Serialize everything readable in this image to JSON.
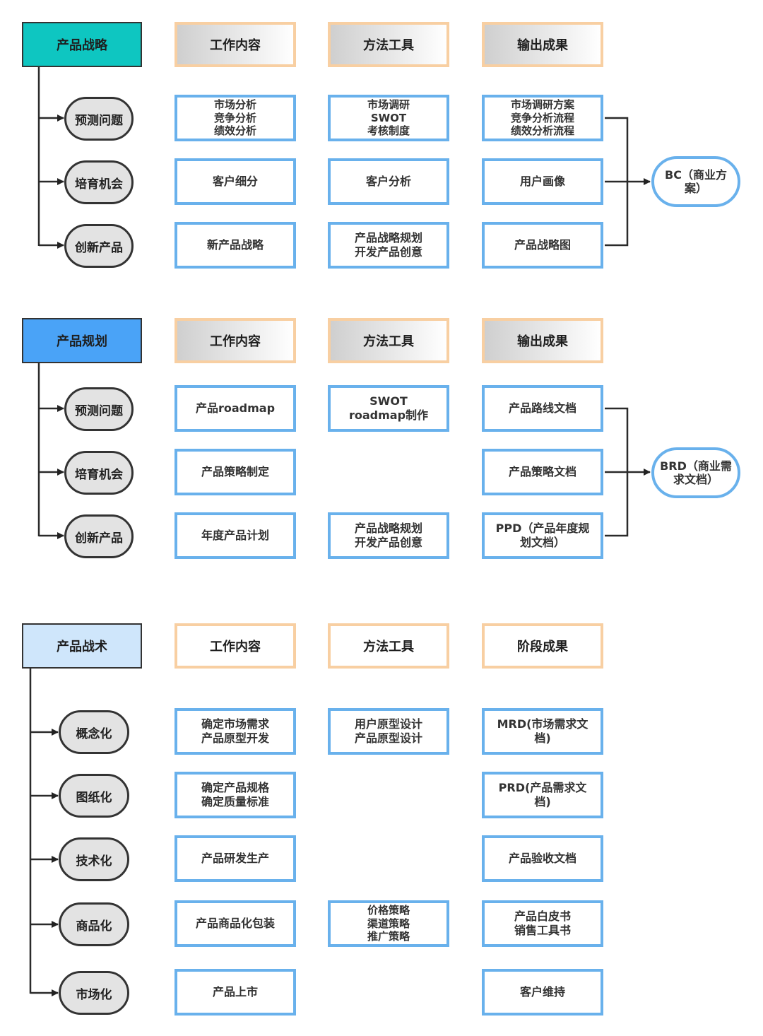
{
  "sections": [
    {
      "title": "产品战略",
      "color": "#0ec6c1",
      "headers": [
        "工作内容",
        "方法工具",
        "输出成果"
      ],
      "stages": [
        "预测问题",
        "培育机会",
        "创新产品"
      ],
      "rows": [
        {
          "work": "市场分析\n竞争分析\n绩效分析",
          "tool": "市场调研\nSWOT\n考核制度",
          "output": "市场调研方案\n竞争分析流程\n绩效分析流程"
        },
        {
          "work": "客户细分",
          "tool": "客户分析",
          "output": "用户画像"
        },
        {
          "work": "新产品战略",
          "tool": "产品战略规划\n开发产品创意",
          "output": "产品战略图"
        }
      ],
      "result": "BC（商业方案）"
    },
    {
      "title": "产品规划",
      "color": "#4aa3f7",
      "headers": [
        "工作内容",
        "方法工具",
        "输出成果"
      ],
      "stages": [
        "预测问题",
        "培育机会",
        "创新产品"
      ],
      "rows": [
        {
          "work": "产品roadmap",
          "tool": "SWOT\nroadmap制作",
          "output": "产品路线文档"
        },
        {
          "work": "产品策略制定",
          "tool": "",
          "output": "产品策略文档"
        },
        {
          "work": "年度产品计划",
          "tool": "产品战略规划\n开发产品创意",
          "output": "PPD（产品年度规划文档）"
        }
      ],
      "result": "BRD（商业需求文档）"
    },
    {
      "title": "产品战术",
      "color": "#cfe6fb",
      "headers": [
        "工作内容",
        "方法工具",
        "阶段成果"
      ],
      "stages": [
        "概念化",
        "图纸化",
        "技术化",
        "商品化",
        "市场化"
      ],
      "rows": [
        {
          "work": "确定市场需求\n产品原型开发",
          "tool": "用户原型设计\n产品原型设计",
          "output": "MRD(市场需求文档)"
        },
        {
          "work": "确定产品规格\n确定质量标准",
          "tool": "",
          "output": "PRD(产品需求文档)"
        },
        {
          "work": "产品研发生产",
          "tool": "",
          "output": "产品验收文档"
        },
        {
          "work": "产品商品化包装",
          "tool": "价格策略\n渠道策略\n推广策略",
          "output": "产品白皮书\n销售工具书"
        },
        {
          "work": "产品上市",
          "tool": "",
          "output": "客户维持"
        }
      ],
      "result": ""
    }
  ]
}
